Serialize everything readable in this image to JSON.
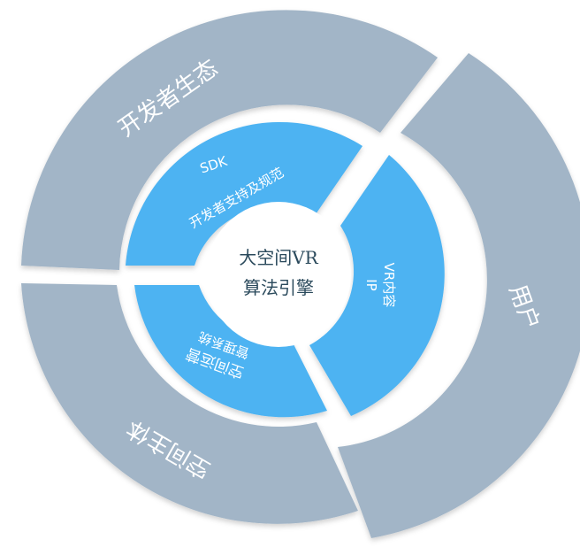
{
  "center": {
    "line1": "大空间VR",
    "line2": "算法引擎"
  },
  "inner_ring": [
    {
      "line1": "SDK",
      "line2": "开发者支持及规范"
    },
    {
      "line1": "VR内容",
      "line2": "IP"
    },
    {
      "line1": "空间运营",
      "line2": "管理系统"
    }
  ],
  "outer_ring": [
    {
      "label": "开发者生态"
    },
    {
      "label": "用户"
    },
    {
      "label": "空间主体"
    }
  ],
  "colors": {
    "outer": "#a2b5c7",
    "outer_shadow": "#8498aa",
    "inner": "#4db3f2",
    "inner_shadow": "#3a93cc",
    "center_fill": "#ffffff",
    "center_text": "#2b4a5c"
  }
}
